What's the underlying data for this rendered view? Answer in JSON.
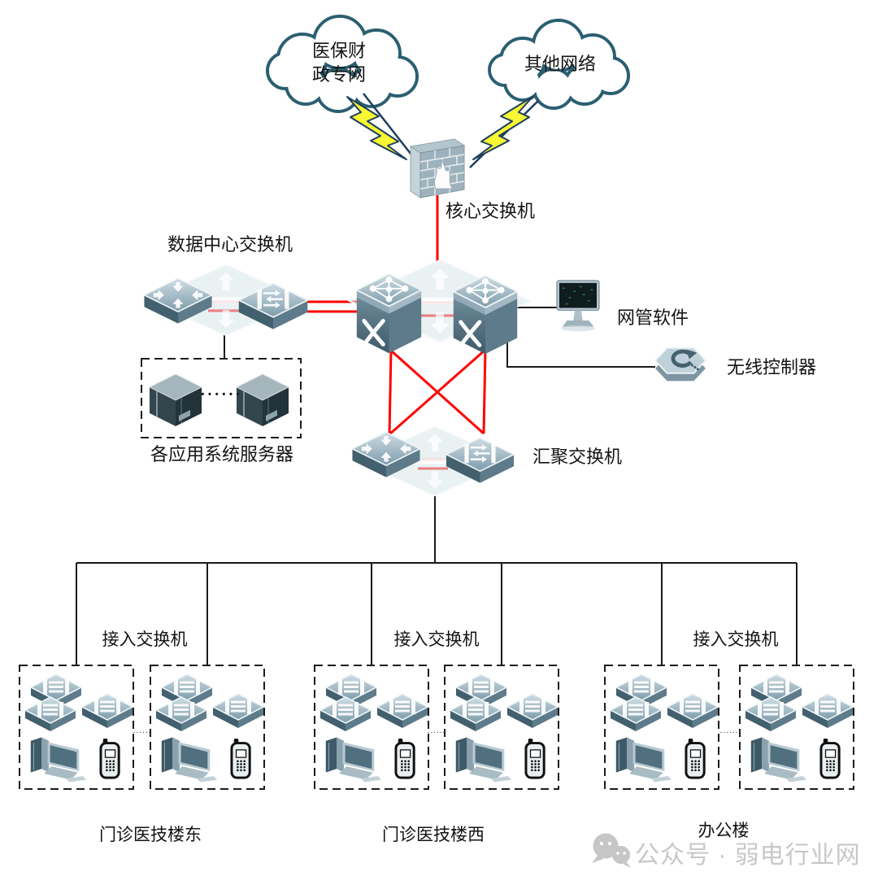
{
  "clouds": {
    "left": {
      "line1": "医保财",
      "line2": "政专网"
    },
    "right": {
      "label": "其他网络"
    }
  },
  "nodes": {
    "core_switch": "核心交换机",
    "datacenter_switch": "数据中心交换机",
    "network_mgmt_software": "网管软件",
    "wireless_controller": "无线控制器",
    "app_servers": "各应用系统服务器",
    "aggregation_switch": "汇聚交换机"
  },
  "access_switches": [
    "接入交换机",
    "接入交换机",
    "接入交换机"
  ],
  "buildings": [
    "门诊医技楼东",
    "门诊医技楼西",
    "办公楼"
  ],
  "separators": {
    "server_dots": "······",
    "cluster_dots": "......"
  },
  "watermark": {
    "text": "公众号 · 弱电行业网"
  },
  "colors": {
    "link_red": "#ff0000",
    "link_black": "#1a1a1a",
    "cloud_outline": "#2b5f72",
    "lightning_fill": "#f7f733",
    "lightning_outline": "#1d3f5e",
    "watermark_gray": "#c8c8c8"
  }
}
